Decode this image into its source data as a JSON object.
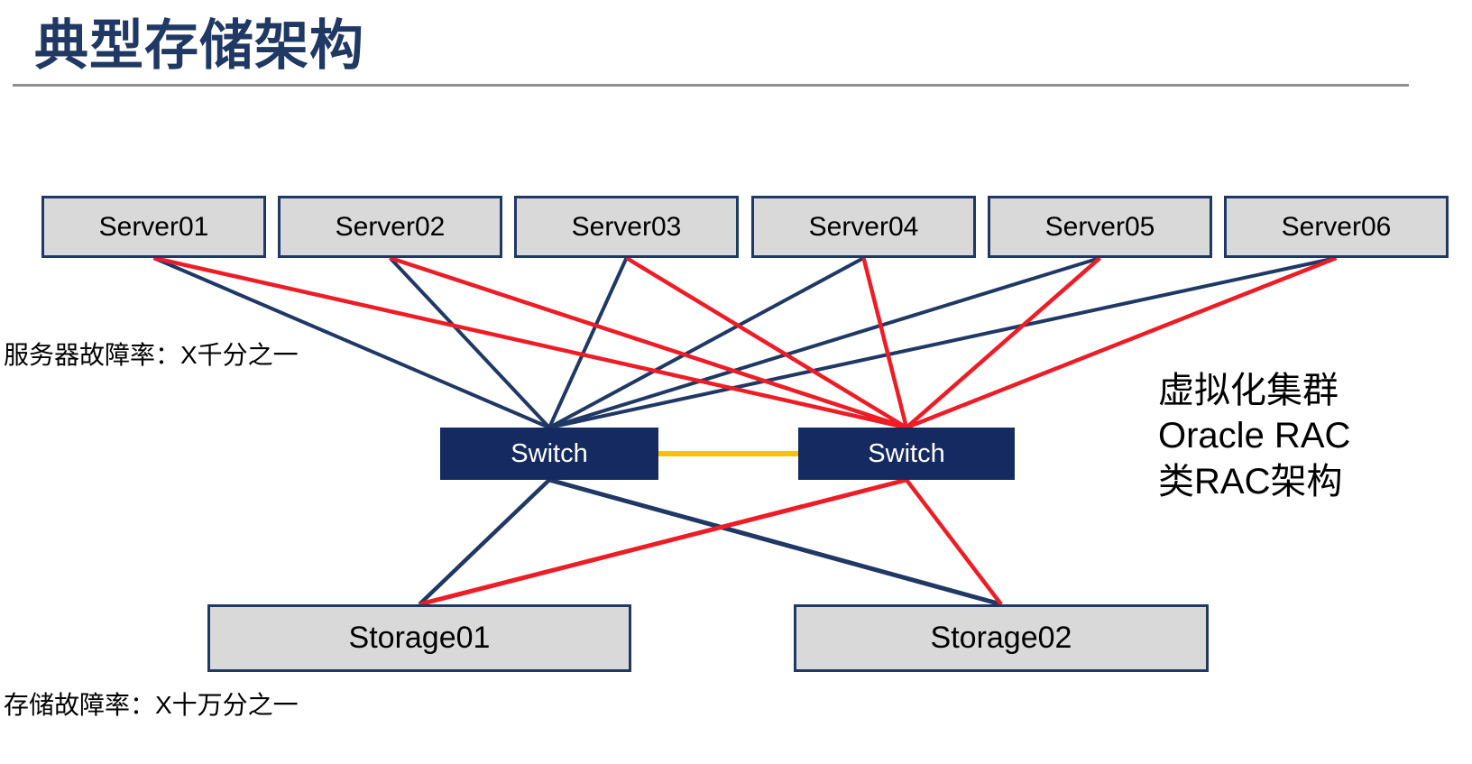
{
  "title": "典型存储架构",
  "annotations": {
    "server_failure": "服务器故障率：X千分之一",
    "storage_failure": "存储故障率：X十万分之一",
    "right_note_line1": "虚拟化集群",
    "right_note_line2": "Oracle RAC",
    "right_note_line3": "类RAC架构"
  },
  "nodes": {
    "servers": [
      {
        "id": "server01",
        "label": "Server01"
      },
      {
        "id": "server02",
        "label": "Server02"
      },
      {
        "id": "server03",
        "label": "Server03"
      },
      {
        "id": "server04",
        "label": "Server04"
      },
      {
        "id": "server05",
        "label": "Server05"
      },
      {
        "id": "server06",
        "label": "Server06"
      }
    ],
    "switches": [
      {
        "id": "switch1",
        "label": "Switch"
      },
      {
        "id": "switch2",
        "label": "Switch"
      }
    ],
    "storages": [
      {
        "id": "storage01",
        "label": "Storage01"
      },
      {
        "id": "storage02",
        "label": "Storage02"
      }
    ]
  },
  "colors": {
    "navy": "#1f3864",
    "red": "#ee1c25",
    "orange": "#ffc000",
    "box_fill": "#d9d9d9",
    "switch_fill": "#152a60",
    "title": "#1f3864",
    "rule": "#909090"
  },
  "links": [
    {
      "from": "server01",
      "to": "switch1",
      "color": "navy",
      "width": 4
    },
    {
      "from": "server02",
      "to": "switch1",
      "color": "navy",
      "width": 4
    },
    {
      "from": "server03",
      "to": "switch1",
      "color": "navy",
      "width": 4
    },
    {
      "from": "server04",
      "to": "switch1",
      "color": "navy",
      "width": 4
    },
    {
      "from": "server05",
      "to": "switch1",
      "color": "navy",
      "width": 4
    },
    {
      "from": "server06",
      "to": "switch1",
      "color": "navy",
      "width": 4
    },
    {
      "from": "server01",
      "to": "switch2",
      "color": "red",
      "width": 4.5
    },
    {
      "from": "server02",
      "to": "switch2",
      "color": "red",
      "width": 4.5
    },
    {
      "from": "server03",
      "to": "switch2",
      "color": "red",
      "width": 4.5
    },
    {
      "from": "server04",
      "to": "switch2",
      "color": "red",
      "width": 4.5
    },
    {
      "from": "server05",
      "to": "switch2",
      "color": "red",
      "width": 4.5
    },
    {
      "from": "server06",
      "to": "switch2",
      "color": "red",
      "width": 4.5
    },
    {
      "from": "switch1",
      "to": "storage01",
      "color": "navy",
      "width": 4.5
    },
    {
      "from": "switch1",
      "to": "storage02",
      "color": "navy",
      "width": 5
    },
    {
      "from": "switch2",
      "to": "storage01",
      "color": "red",
      "width": 5
    },
    {
      "from": "switch2",
      "to": "storage02",
      "color": "red",
      "width": 4.5
    },
    {
      "from": "switch1",
      "to": "switch2",
      "color": "orange",
      "width": 6
    }
  ]
}
